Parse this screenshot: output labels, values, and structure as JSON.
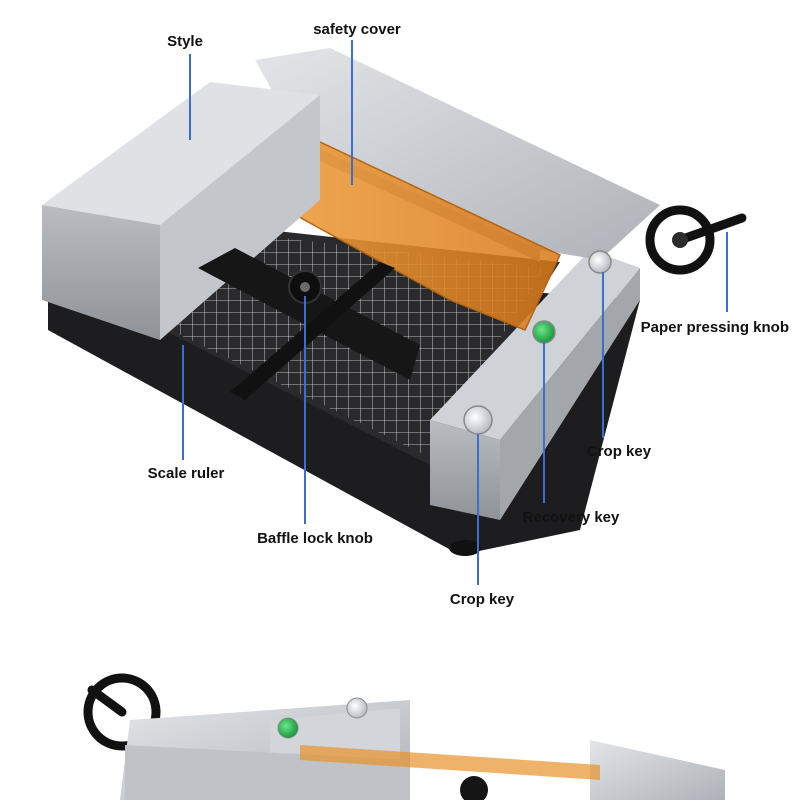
{
  "callouts": {
    "style": "Style",
    "safety_cover": "safety cover",
    "paper_pressing_knob": "Paper pressing knob",
    "crop_key_top": "Crop key",
    "recovery_key": "Recovery key",
    "crop_key_bottom": "Crop key",
    "scale_ruler": "Scale ruler",
    "baffle_lock_knob": "Baffle lock knob"
  },
  "colors": {
    "leader_line": "#3a6fd0",
    "safety_cover": "#e8912a",
    "recovery_button": "#2dbf55",
    "machine_body": "#c9ccd1",
    "base": "#1d1d1f"
  }
}
